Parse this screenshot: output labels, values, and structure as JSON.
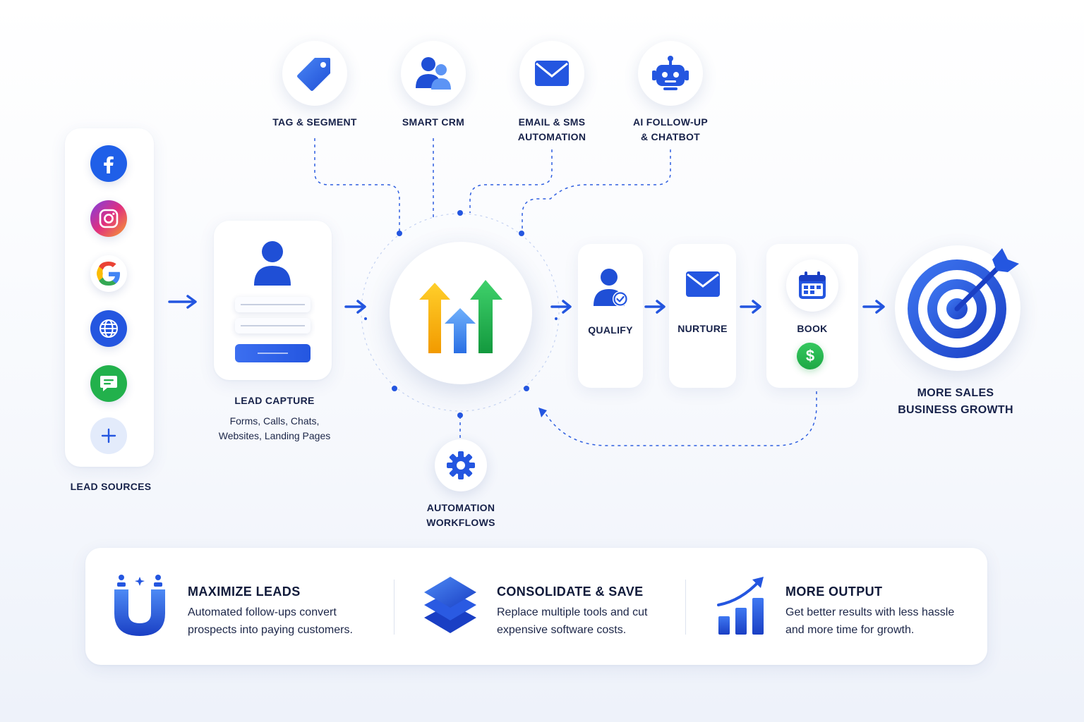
{
  "lead_sources": {
    "label": "LEAD SOURCES",
    "icons": [
      "facebook-icon",
      "instagram-icon",
      "google-icon",
      "globe-icon",
      "chat-icon",
      "plus-icon"
    ]
  },
  "lead_capture": {
    "title": "LEAD CAPTURE",
    "desc_line1": "Forms, Calls, Chats,",
    "desc_line2": "Websites, Landing Pages"
  },
  "tools": [
    {
      "line1": "TAG & SEGMENT",
      "line2": "",
      "icon": "tag-icon"
    },
    {
      "line1": "SMART CRM",
      "line2": "",
      "icon": "users-icon"
    },
    {
      "line1": "EMAIL & SMS",
      "line2": "AUTOMATION",
      "icon": "envelope-icon"
    },
    {
      "line1": "AI FOLLOW-UP",
      "line2": "& CHATBOT",
      "icon": "robot-icon"
    }
  ],
  "automation": {
    "line1": "AUTOMATION",
    "line2": "WORKFLOWS",
    "icon": "gear-icon"
  },
  "steps": [
    {
      "label": "QUALIFY",
      "icon": "user-check-icon"
    },
    {
      "label": "NURTURE",
      "icon": "envelope-icon"
    },
    {
      "label": "BOOK",
      "icon": "calendar-icon",
      "extra_symbol": "$"
    }
  ],
  "result": {
    "line1": "MORE SALES",
    "line2": "BUSINESS GROWTH",
    "icon": "target-icon"
  },
  "benefits": [
    {
      "title": "MAXIMIZE LEADS",
      "line1": "Automated follow-ups convert",
      "line2": "prospects into paying customers.",
      "icon": "magnet-icon"
    },
    {
      "title": "CONSOLIDATE & SAVE",
      "line1": "Replace multiple tools and cut",
      "line2": "expensive software costs.",
      "icon": "layers-icon"
    },
    {
      "title": "MORE OUTPUT",
      "line1": "Get better results with less hassle",
      "line2": "and more time for growth.",
      "icon": "growth-chart-icon"
    }
  ],
  "colors": {
    "primary_blue": "#2456e0",
    "dark_blue": "#1a3fc4",
    "green": "#22b14c",
    "yellow": "#f7b500",
    "light_blue": "#4f96f3",
    "text_dark": "#101a3a"
  }
}
